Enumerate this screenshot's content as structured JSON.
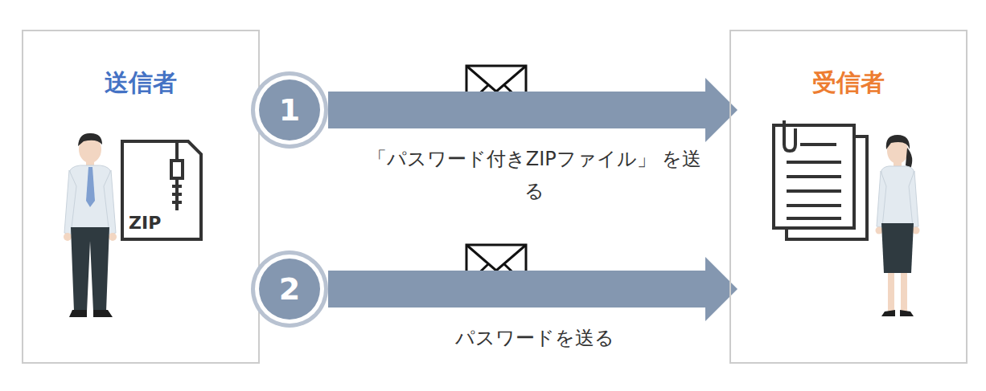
{
  "diagram": {
    "nodes": [
      {
        "text": [
          "送信者"
        ]
      },
      {
        "text": [
          "受信者"
        ]
      },
      {
        "text": [
          "1"
        ]
      },
      {
        "text": [
          "2"
        ]
      }
    ],
    "edges": [
      {
        "from": 2,
        "to": 1,
        "arrow": "to",
        "label": "「パスワード付きZIPファイル」 を送る"
      },
      {
        "from": 3,
        "to": 1,
        "arrow": "to",
        "label": "パスワードを送る"
      }
    ],
    "labels": [
      "ZIP"
    ]
  }
}
